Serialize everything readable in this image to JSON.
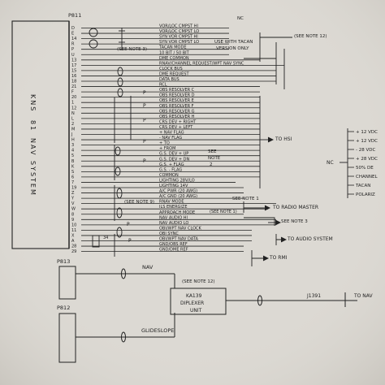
{
  "connectors": {
    "p811": "P811",
    "p813": "P813",
    "p812": "P812"
  },
  "unit_label": [
    "KNS",
    "81",
    "NAV",
    "SYSTEM"
  ],
  "pins": [
    "D",
    "E",
    "14",
    "R",
    "P",
    "U",
    "13",
    "17",
    "15",
    "16",
    "18",
    "21",
    "F",
    "20",
    "1",
    "12",
    "N",
    "L",
    "2",
    "M",
    "J",
    "H",
    "3",
    "4",
    "5",
    "B",
    "K",
    "S",
    "6",
    "7",
    "19",
    "Z",
    "Y",
    "V",
    "W",
    "8",
    "9",
    "10",
    "11",
    "X",
    "A",
    "28",
    "29"
  ],
  "signals": [
    {
      "label": "VOR/LOC CMPST  HI"
    },
    {
      "label": "VOR/LOC CMPST  LO"
    },
    {
      "label": "SYN VOR CMPST  HI"
    },
    {
      "label": "SYN VOR CMPST  LO"
    },
    {
      "label": "TACAN MODE"
    },
    {
      "label": "10 BIT / 50 BIT"
    },
    {
      "label": "DME  COMMON"
    },
    {
      "label": "RNAV/CHANNEL REQUEST/WPT NAV SYNC"
    },
    {
      "label": "CLOCK BUS"
    },
    {
      "label": "DME REQUEST"
    },
    {
      "label": "DATA  BUS"
    },
    {
      "label": "RCL"
    },
    {
      "label": "OBS RESOLVER  C"
    },
    {
      "label": "OBS RESOLVER  D"
    },
    {
      "label": "OBS RESOLVER  E"
    },
    {
      "label": "OBS RESOLVER  F"
    },
    {
      "label": "OBS RESOLVER  G"
    },
    {
      "label": "OBS RESOLVER  H"
    },
    {
      "label": "CRS  DEV + RIGHT"
    },
    {
      "label": "CRS  DEV + LEFT"
    },
    {
      "label": "+ NAV FLAG"
    },
    {
      "label": "- NAV FLAG"
    },
    {
      "label": "+ TO"
    },
    {
      "label": "+ FROM"
    },
    {
      "label": "G.S.  DEV + UP"
    },
    {
      "label": "G.S.  DEV + DN"
    },
    {
      "label": "G.S. + FLAG"
    },
    {
      "label": "G.S. - FLAG"
    },
    {
      "label": "COMMON"
    },
    {
      "label": "LIGHTING 28V/LO"
    },
    {
      "label": "LIGHTING 14V"
    },
    {
      "label": "A/C  PWR   (20 AWG)"
    },
    {
      "label": "A/C  GND  (20 AWG)"
    },
    {
      "label": "RNAV MODE"
    },
    {
      "label": "ILS ENERGIZE"
    },
    {
      "label": "APPROACH MODE"
    },
    {
      "label": "NAV AUDIO HI"
    },
    {
      "label": "NAV AUDIO LO"
    },
    {
      "label": "OBI/WPT NAV CLOCK"
    },
    {
      "label": "OBI  SYNC"
    },
    {
      "label": "OBI/WPT NAV DATA"
    },
    {
      "label": "GND/OBS REF"
    },
    {
      "label": "GND/DME REF"
    }
  ],
  "annotations": {
    "nc": "NC",
    "with_tacan": "USE WITH TACAN",
    "version_only": "VERSION ONLY",
    "see_note_3_top": "(SEE NOTE 3)",
    "see_note_12_top": "(SEE NOTE 12)",
    "see_note_2": [
      "SEE",
      "NOTE",
      "2"
    ],
    "see_note_9": "(SEE NOTE 9)",
    "see_note_1": "SEE NOTE 1",
    "see_note_1a": "(SEE NOTE 1)",
    "see_note_3": "SEE NOTE 3",
    "see_note_12": "(SEE NOTE 12)",
    "to_hsi": "TO HSI",
    "to_radio_master": "TO RADIO MASTER",
    "to_audio_system": "TO AUDIO SYSTEM",
    "to_rmi": "TO RMI",
    "to_nav_ant": "TO NAV",
    "p_marks": [
      "P",
      "P",
      "P",
      "P",
      "P",
      "P",
      "P"
    ],
    "num_34": "34"
  },
  "right_list": {
    "nc": "NC",
    "items": [
      "+ 12 VDC",
      "+ 12 VDC",
      "- 28 VDC",
      "+ 28 VDC",
      "50% DE",
      "CHANNEL",
      "TACAN",
      "POLARIZ"
    ]
  },
  "bottom": {
    "nav_label": "NAV",
    "glideslope_label": "GLIDESLOPE",
    "diplexer_lines": [
      "KA139",
      "DIPLEXER",
      "UNIT"
    ],
    "j1391": "J1391",
    "to_nav": "TO NAV"
  }
}
